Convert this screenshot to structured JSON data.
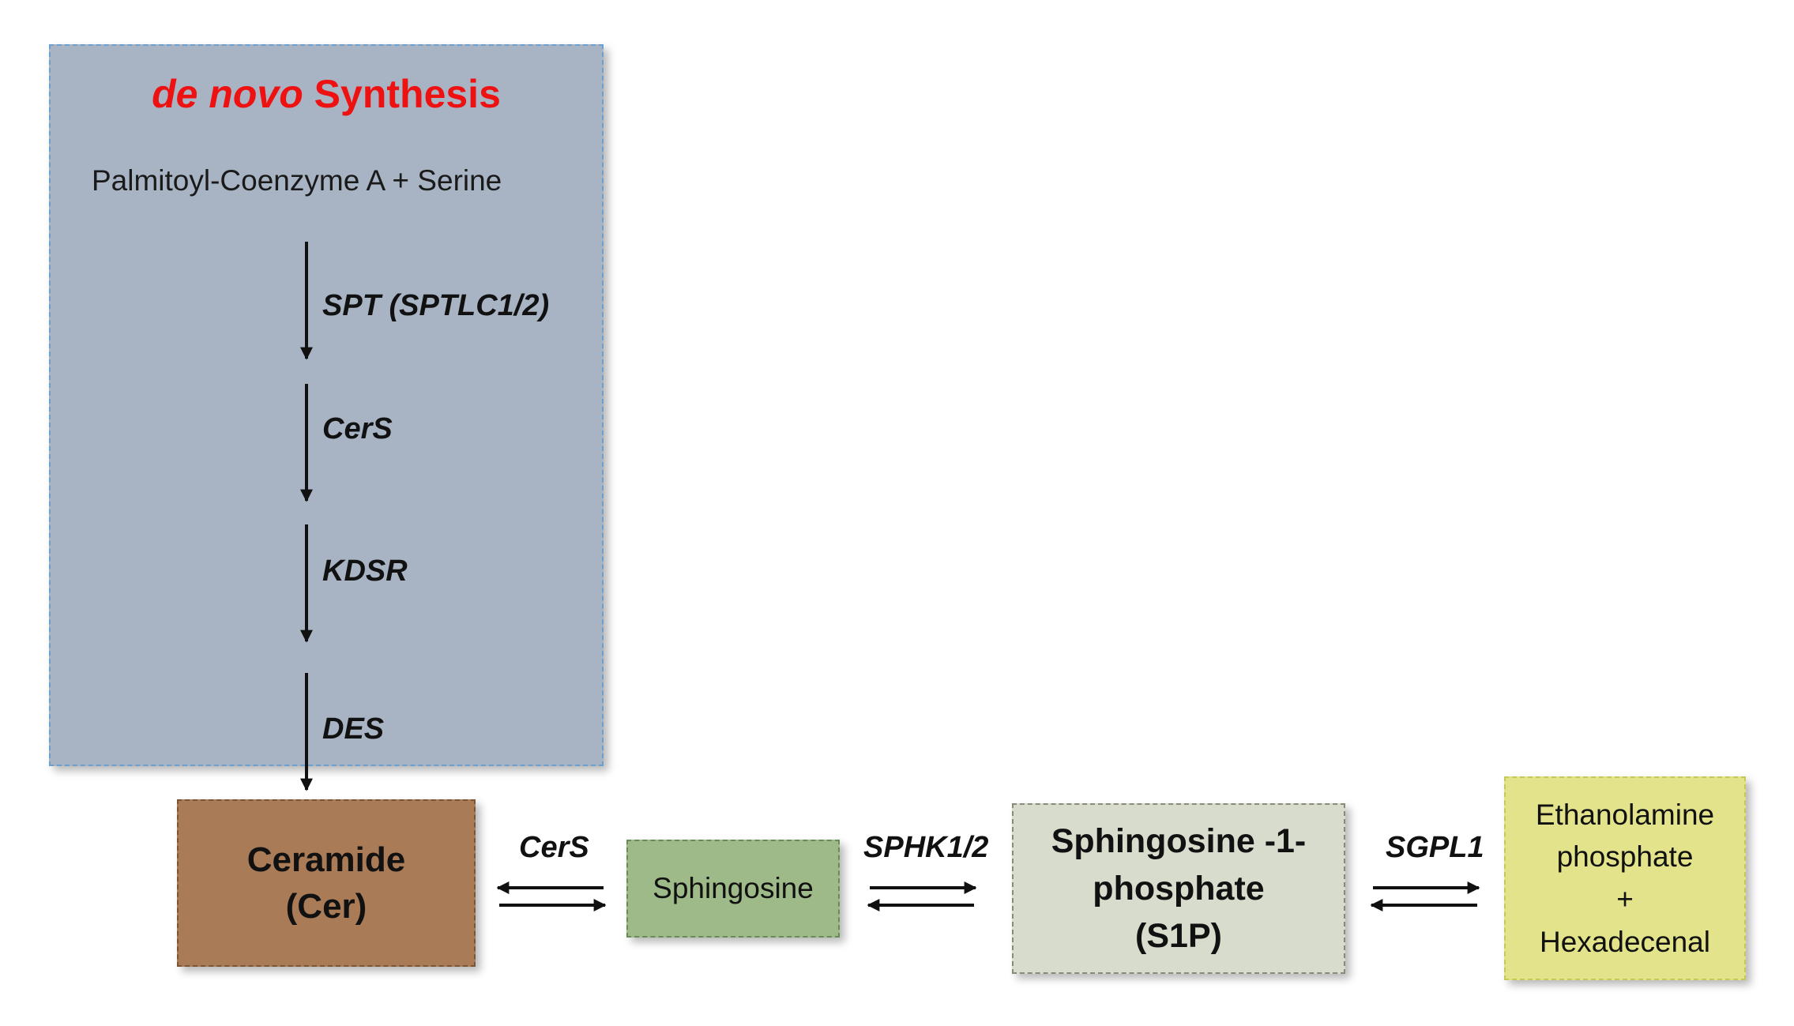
{
  "denovo": {
    "title_italic": "de novo",
    "title_rest": " Synthesis",
    "substrate": "Palmitoyl-Coenzyme  A + Serine"
  },
  "enzymes": {
    "spt": "SPT (SPTLC1/2)",
    "cers_vertical": "CerS",
    "kdsr": "KDSR",
    "des": "DES",
    "cers_horizontal": "CerS",
    "sphk": "SPHK1/2",
    "sgpl": "SGPL1"
  },
  "nodes": {
    "ceramide": {
      "line1": "Ceramide",
      "line2": "(Cer)"
    },
    "sphingosine": {
      "label": "Sphingosine"
    },
    "s1p": {
      "line1": "Sphingosine -1-",
      "line2": "phosphate",
      "line3": "(S1P)"
    },
    "products": {
      "line1": "Ethanolamine",
      "line2": "phosphate",
      "line3": "+",
      "line4": "Hexadecenal"
    }
  },
  "colors": {
    "panel": "#a8b4c3",
    "title": "#ee1111",
    "ceramide": "#a97b57",
    "sphingosine": "#9dba88",
    "s1p": "#d7dccd",
    "products": "#e2e38a",
    "arrow": "#111111"
  }
}
